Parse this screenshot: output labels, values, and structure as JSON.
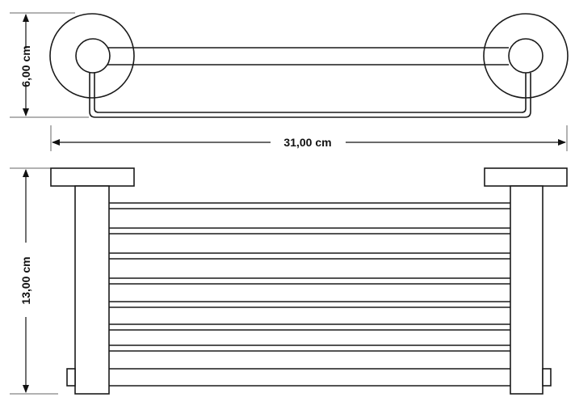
{
  "dimensions": {
    "depth": "6,00 cm",
    "width": "31,00 cm",
    "height": "13,00 cm"
  }
}
